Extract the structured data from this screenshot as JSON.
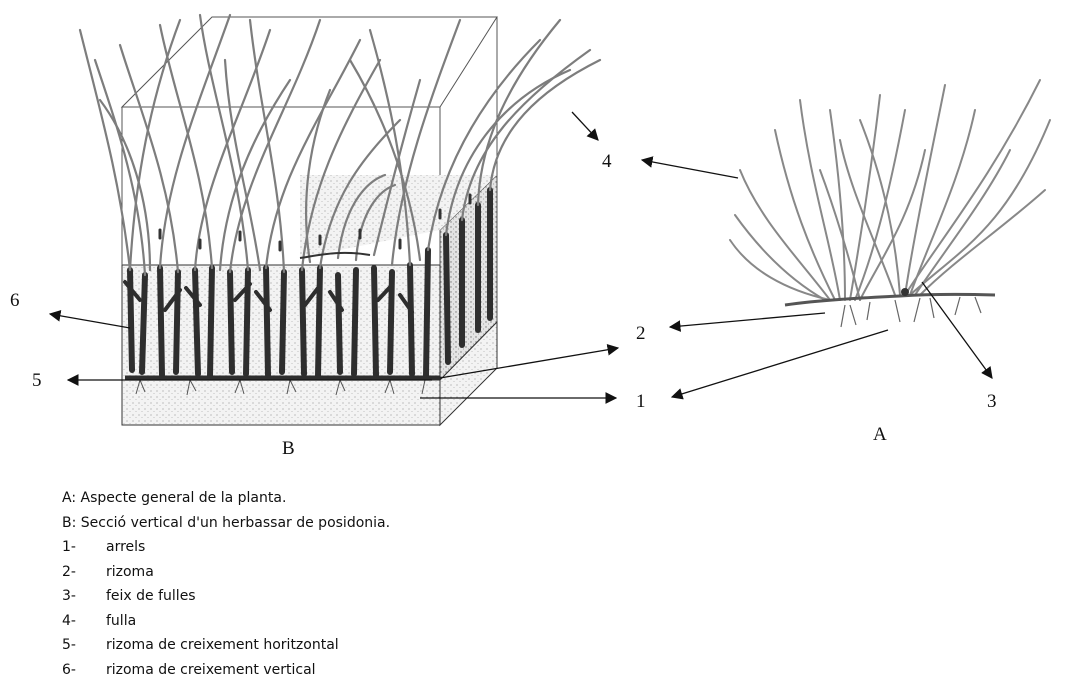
{
  "labels": {
    "one": "1",
    "two": "2",
    "three": "3",
    "four": "4",
    "five": "5",
    "six": "6",
    "a": "A",
    "b": "B"
  },
  "legend": {
    "intro_a": "A: Aspecte general de la planta.",
    "intro_b": "B: Secció vertical d'un herbassar de posidonia.",
    "items": [
      {
        "key": "1-",
        "text": "arrels"
      },
      {
        "key": "2-",
        "text": "rizoma"
      },
      {
        "key": "3-",
        "text": "feix de fulles"
      },
      {
        "key": "4-",
        "text": "fulla"
      },
      {
        "key": "5-",
        "text": "rizoma de creixement horitzontal"
      },
      {
        "key": "6-",
        "text": "rizoma de creixement vertical"
      }
    ]
  },
  "colors": {
    "ink": "#1a1a1a",
    "leaf": "#8c8c8c",
    "sediment": "#efefef",
    "rhizome": "#3a3a3a"
  }
}
